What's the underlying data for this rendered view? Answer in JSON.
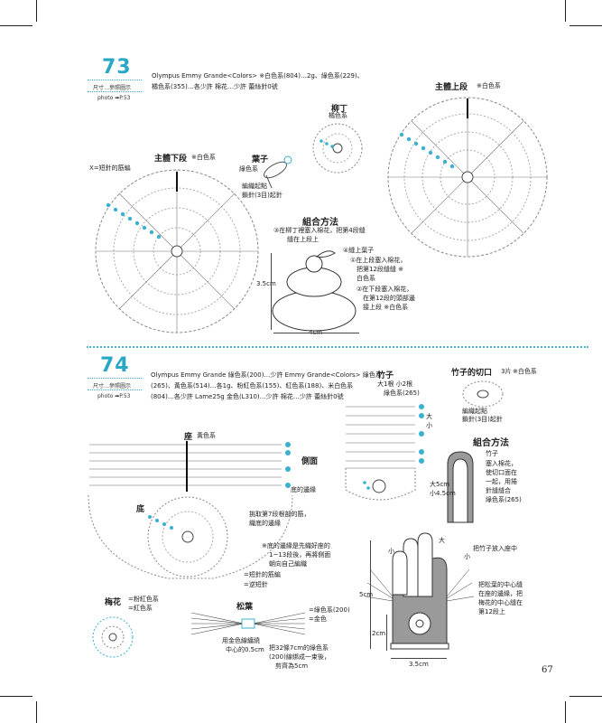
{
  "page_number": "67",
  "p73": {
    "number": "73",
    "size_note": "尺寸…參照圖示",
    "photo_ref": "photo ➡P.53",
    "materials_line1": "Olympus Emmy Grande<Colors> ※白色系(804)…2g、綠色系(229)、",
    "materials_line2": "橘色系(355)…各少許  棉花…少許  蕾絲針0號",
    "top_title": "主體上段",
    "top_color": "※白色系",
    "bottom_title": "主體下段",
    "bottom_color": "※白色系",
    "x_legend": "X=短針的筋編",
    "orange_title": "柳丁",
    "orange_color": "橘色系",
    "leaf_title": "葉子",
    "leaf_color": "綠色系",
    "leaf_note1": "編織起點",
    "leaf_note2": "鎖針(3目)起針",
    "assembly_title": "組合方法",
    "step3a": "③在柳丁裡塞入棉花，把第4段縫",
    "step3b": "縫在上段上",
    "step4": "④縫上葉子",
    "step1a": "①在上段塞入棉花，",
    "step1b": "把第12段縫縫 ※",
    "step1c": "白色系",
    "step2a": "②在下段塞入棉花，",
    "step2b": "在第12段的頭部邊",
    "step2c": "接上段 ※白色系",
    "dim_h": "3.5cm",
    "dim_w": "4cm"
  },
  "p74": {
    "number": "74",
    "size_note": "尺寸…參照圖示",
    "photo_ref": "photo ➡P.53",
    "materials_line1": "Olympus Emmy Grande 綠色系(200)…少許  Emmy Grande<Colors> 綠色系",
    "materials_line2": "(265)、黃色系(514)…各1g、粉紅色系(155)、紅色系(188)、米白色系",
    "materials_line3": "(804)…各少許  Lame25g 金色(L310)…少許  棉花…少許  蕾絲針0號",
    "base_title": "座",
    "base_color": "黃色系",
    "side_label": "側面",
    "bottom_edge": "底的邊緣",
    "bottom_label": "底",
    "base_note1": "挑取第7段根部的筋，",
    "base_note2": "織底的邊緣",
    "note_a": "※底的邊緣是先織好座的",
    "note_b": "1~13段後，再將側面",
    "note_c": "朝向自己編織",
    "legend1": "=短針的筋編",
    "legend2": "=逆短針",
    "bamboo_title": "竹子",
    "bamboo_count": "大1根 小2根",
    "bamboo_color": "綠色系(265)",
    "cut_title": "竹子的切口",
    "cut_count": "3片",
    "cut_color": "※白色系",
    "cut_note1": "編織起點",
    "cut_note2": "鎖針(3目)起針",
    "big_label": "大",
    "small_label": "小",
    "assembly_title": "組合方法",
    "as_bamboo": "竹子",
    "as1": "塞入棉花，",
    "as2": "使切口面在",
    "as3": "一起，用捲",
    "as4": "針縫縫合",
    "as5": "綠色系(265)",
    "big_size": "大5cm",
    "small_size": "小4.5cm",
    "plum_title": "梅花",
    "plum_leg1": "=粉紅色系",
    "plum_leg2": "=紅色系",
    "pine_title": "松葉",
    "pine_leg1": "=綠色系(200)",
    "pine_leg2": "=金色",
    "pine_note1": "用金色線纏繞",
    "pine_note2": "中心的0.5cm",
    "pine_note3": "把32條7cm的綠色系",
    "pine_note4": "(200)線綁成一束後，",
    "pine_note5": "剪齊為5cm",
    "put_bamboo": "把竹子放入座中",
    "pine_place1": "把松葉的中心縫",
    "pine_place2": "在座的邊緣，把",
    "pine_place3": "梅花的中心縫在",
    "pine_place4": "第12段上",
    "dim_5": "5cm",
    "dim_2": "2cm",
    "dim_35": "3.5cm"
  },
  "colors": {
    "accent": "#29a7c4",
    "ink": "#222222",
    "grey_body": "#9a9a9a"
  }
}
